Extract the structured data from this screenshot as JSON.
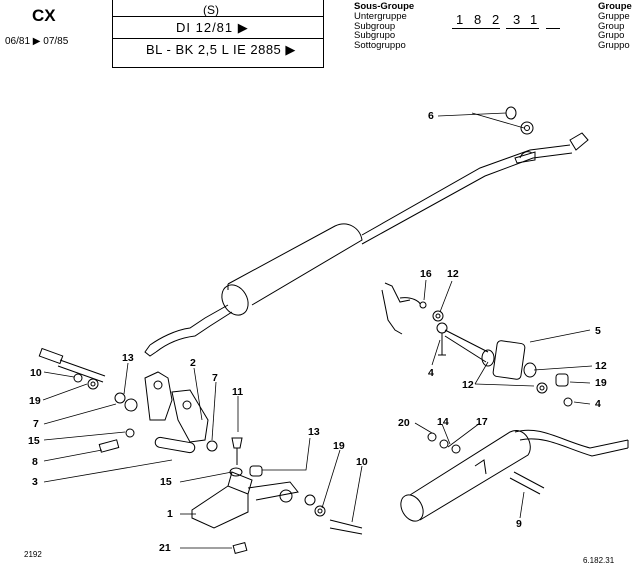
{
  "header": {
    "model": "CX",
    "date_range": "06/81 ▶ 07/85",
    "variant": "(S)",
    "line2": "DI  12/81  ▶",
    "line3": "BL - BK  2,5 L IE    2885  ▶",
    "subgroup_labels": [
      "Sous-Groupe",
      "Untergruppe",
      "Subgroup",
      "Subgrupo",
      "Sottogruppo"
    ],
    "group_labels": [
      "Groupe",
      "Gruppe",
      "Group",
      "Grupo",
      "Gruppo"
    ],
    "group_digits": [
      "1",
      "8",
      "2",
      "3",
      "1"
    ]
  },
  "callouts": {
    "c6": "6",
    "c16": "16",
    "c12a": "12",
    "c5": "5",
    "c12b": "12",
    "c12c": "12",
    "c4a": "4",
    "c19a": "19",
    "c4b": "4",
    "c13a": "13",
    "c10a": "10",
    "c19b": "19",
    "c7a": "7",
    "c2": "2",
    "c7b": "7",
    "c11": "11",
    "c15a": "15",
    "c8": "8",
    "c3": "3",
    "c20": "20",
    "c14": "14",
    "c17": "17",
    "c13b": "13",
    "c19c": "19",
    "c10b": "10",
    "c15b": "15",
    "c1": "1",
    "c9": "9",
    "c21": "21"
  },
  "footer": {
    "left": "2192",
    "right": "6.182.31"
  }
}
